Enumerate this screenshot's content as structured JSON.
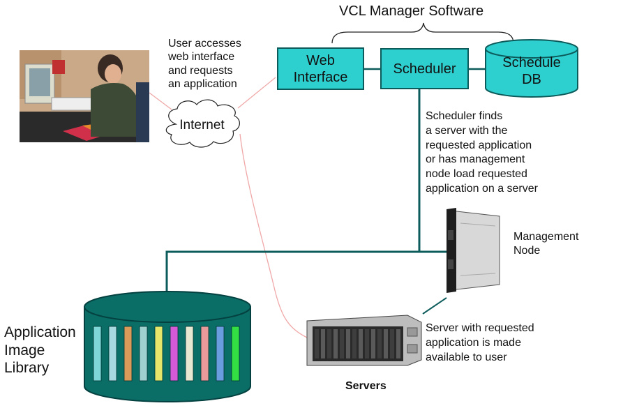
{
  "title": "VCL Manager Software",
  "notes": {
    "user": "User accesses\nweb interface\nand requests\nan application",
    "scheduler": "Scheduler finds\na server with the\nrequested application\nor has management\nnode load requested\napplication on a server",
    "server": "Server with requested\napplication is made\navailable to user"
  },
  "components": {
    "web_interface": "Web\nInterface",
    "scheduler": "Scheduler",
    "schedule_db": "Schedule\nDB",
    "internet": "Internet",
    "management_node": "Management\nNode",
    "servers": "Servers",
    "image_library": "Application\nImage\nLibrary"
  },
  "colors": {
    "box_fill": "#2ecfcf",
    "network_line": "#0d5c5c",
    "library_fill": "#0a6e66",
    "internet_link": "#e8a0a0",
    "library_slots": [
      "#7fd6d6",
      "#a9d9e0",
      "#d99a5a",
      "#9fd0d0",
      "#e6e66a",
      "#d65ad6",
      "#e8e8d0",
      "#e89a9a",
      "#6a9de0",
      "#33dd44"
    ]
  },
  "icons": {
    "user_photo": "person-at-computer-photo",
    "management_node": "blade-server-icon",
    "servers": "server-chassis-icon"
  }
}
